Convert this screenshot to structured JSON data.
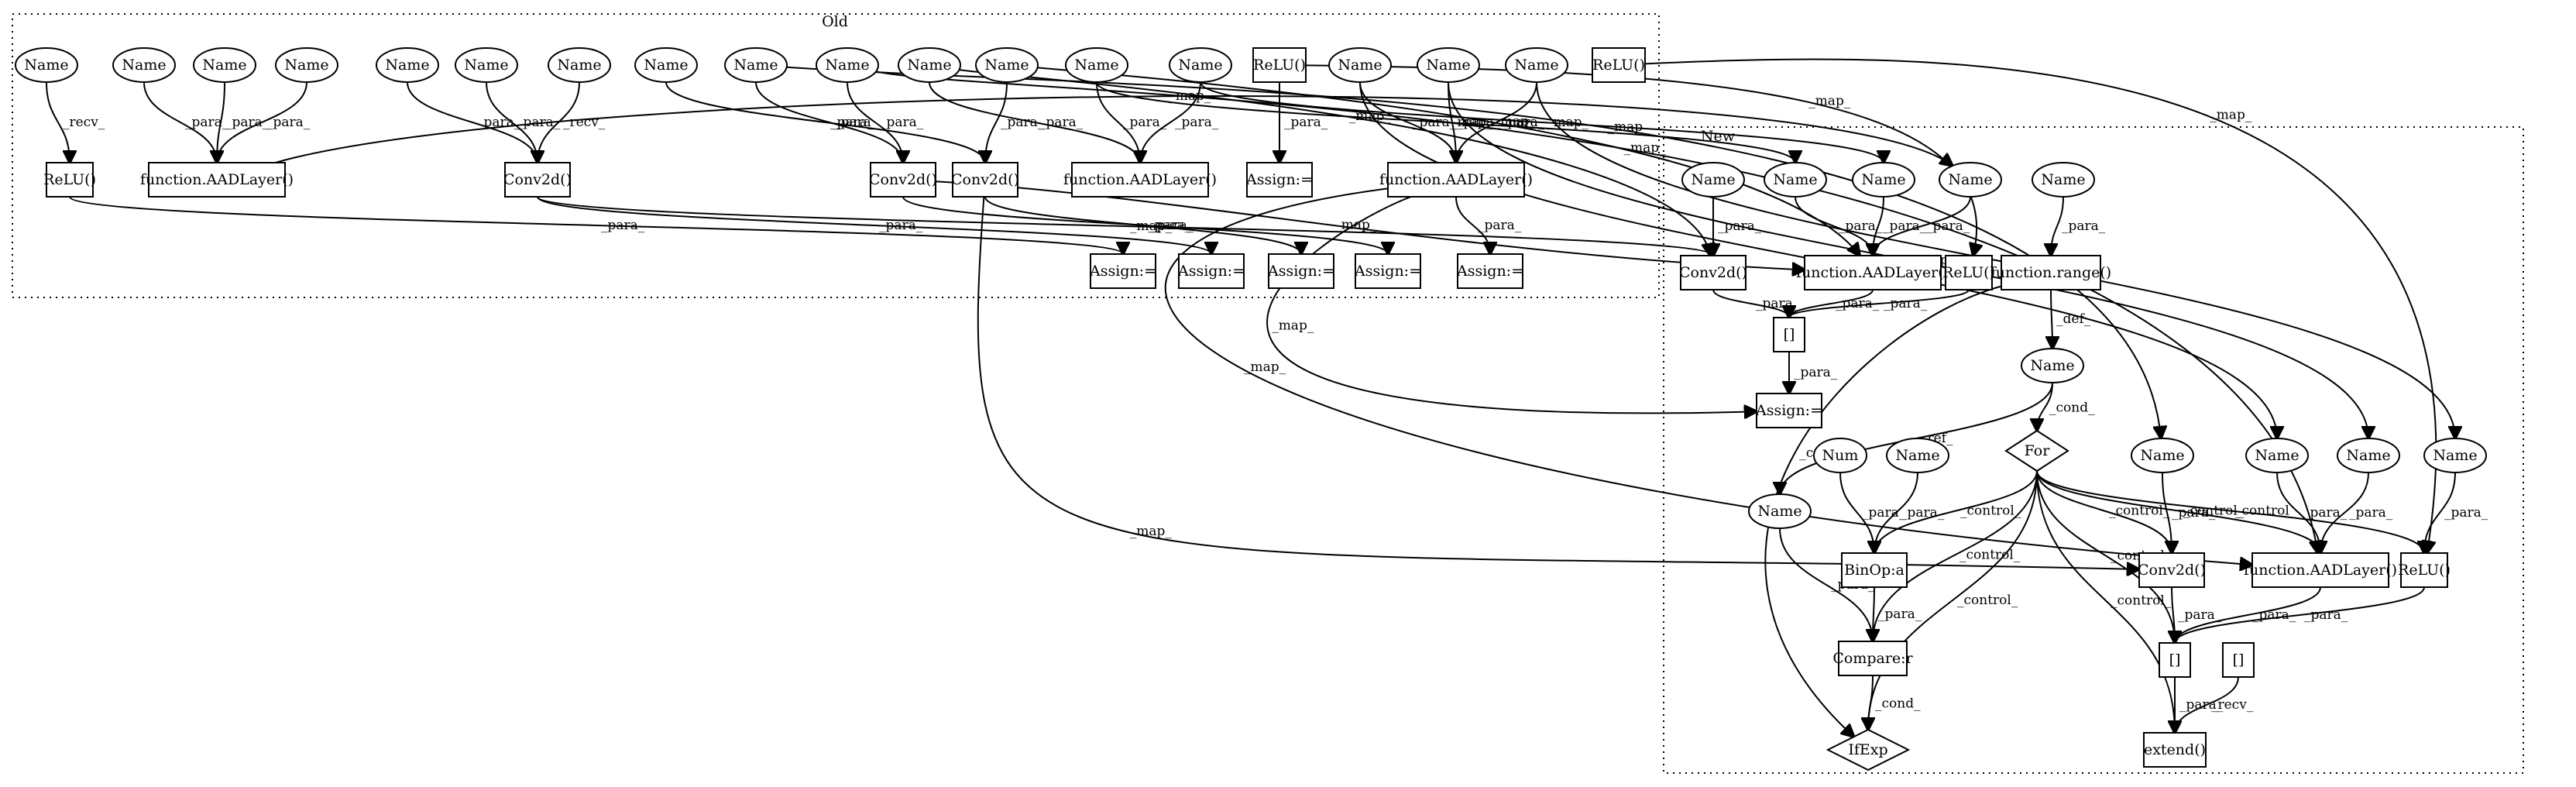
{
  "clusters": [
    {
      "id": "old",
      "label": "Old"
    },
    {
      "id": "new",
      "label": "New"
    }
  ],
  "nodes": [
    {
      "id": "o1",
      "shape": "ellipse",
      "label": "Name"
    },
    {
      "id": "o2",
      "shape": "ellipse",
      "label": "Name"
    },
    {
      "id": "o3",
      "shape": "ellipse",
      "label": "Name"
    },
    {
      "id": "o4",
      "shape": "ellipse",
      "label": "Name"
    },
    {
      "id": "o5",
      "shape": "ellipse",
      "label": "Name"
    },
    {
      "id": "o6",
      "shape": "ellipse",
      "label": "Name"
    },
    {
      "id": "o7",
      "shape": "ellipse",
      "label": "Name"
    },
    {
      "id": "o8",
      "shape": "ellipse",
      "label": "Name"
    },
    {
      "id": "o9",
      "shape": "ellipse",
      "label": "Name"
    },
    {
      "id": "o10",
      "shape": "ellipse",
      "label": "Name"
    },
    {
      "id": "o11",
      "shape": "ellipse",
      "label": "Name"
    },
    {
      "id": "o12",
      "shape": "ellipse",
      "label": "Name"
    },
    {
      "id": "o13",
      "shape": "ellipse",
      "label": "Name"
    },
    {
      "id": "o14",
      "shape": "ellipse",
      "label": "Name"
    },
    {
      "id": "o15",
      "shape": "ellipse",
      "label": "Name"
    },
    {
      "id": "o16",
      "shape": "ellipse",
      "label": "Name"
    },
    {
      "id": "o17",
      "shape": "ellipse",
      "label": "Name"
    },
    {
      "id": "oRelu1",
      "shape": "box",
      "label": "ReLU()"
    },
    {
      "id": "oRelu2",
      "shape": "box",
      "label": "ReLU()"
    },
    {
      "id": "oRelu3",
      "shape": "box",
      "label": "ReLU()"
    },
    {
      "id": "oAad1",
      "shape": "box",
      "label": "function.AADLayer()"
    },
    {
      "id": "oConv1",
      "shape": "box",
      "label": "Conv2d()"
    },
    {
      "id": "oConv2",
      "shape": "box",
      "label": "Conv2d()"
    },
    {
      "id": "oConv3",
      "shape": "box",
      "label": "Conv2d()"
    },
    {
      "id": "oAad2",
      "shape": "box",
      "label": "function.AADLayer()"
    },
    {
      "id": "oAssign1",
      "shape": "box",
      "label": "Assign:="
    },
    {
      "id": "oAad3",
      "shape": "box",
      "label": "function.AADLayer()"
    },
    {
      "id": "oAssign2",
      "shape": "box",
      "label": "Assign:="
    },
    {
      "id": "oAssign3",
      "shape": "box",
      "label": "Assign:="
    },
    {
      "id": "oAssign4",
      "shape": "box",
      "label": "Assign:="
    },
    {
      "id": "oAssign5",
      "shape": "box",
      "label": "Assign:="
    },
    {
      "id": "oAssign6",
      "shape": "box",
      "label": "Assign:="
    },
    {
      "id": "nName1",
      "shape": "ellipse",
      "label": "Name"
    },
    {
      "id": "nName2",
      "shape": "ellipse",
      "label": "Name"
    },
    {
      "id": "nName3",
      "shape": "ellipse",
      "label": "Name"
    },
    {
      "id": "nName4",
      "shape": "ellipse",
      "label": "Name"
    },
    {
      "id": "nName5",
      "shape": "ellipse",
      "label": "Name"
    },
    {
      "id": "nConv1",
      "shape": "box",
      "label": "Conv2d()"
    },
    {
      "id": "nAad1",
      "shape": "box",
      "label": "function.AADLayer()"
    },
    {
      "id": "nRelu1",
      "shape": "box",
      "label": "ReLU()"
    },
    {
      "id": "nRange",
      "shape": "box",
      "label": "function.range()"
    },
    {
      "id": "nList1",
      "shape": "box",
      "label": "[]"
    },
    {
      "id": "nNameDef",
      "shape": "ellipse",
      "label": "Name"
    },
    {
      "id": "nAssign",
      "shape": "box",
      "label": "Assign:="
    },
    {
      "id": "nFor",
      "shape": "diamond",
      "label": "For"
    },
    {
      "id": "nNum",
      "shape": "ellipse",
      "label": "Num"
    },
    {
      "id": "nName6",
      "shape": "ellipse",
      "label": "Name"
    },
    {
      "id": "nNameRef",
      "shape": "ellipse",
      "label": "Name"
    },
    {
      "id": "nName7",
      "shape": "ellipse",
      "label": "Name"
    },
    {
      "id": "nName8",
      "shape": "ellipse",
      "label": "Name"
    },
    {
      "id": "nName9",
      "shape": "ellipse",
      "label": "Name"
    },
    {
      "id": "nName10",
      "shape": "ellipse",
      "label": "Name"
    },
    {
      "id": "nBinOp",
      "shape": "box",
      "label": "BinOp:a"
    },
    {
      "id": "nConv2",
      "shape": "box",
      "label": "Conv2d()"
    },
    {
      "id": "nAad2",
      "shape": "box",
      "label": "function.AADLayer()"
    },
    {
      "id": "nRelu2",
      "shape": "box",
      "label": "ReLU()"
    },
    {
      "id": "nCompare",
      "shape": "box",
      "label": "Compare:r"
    },
    {
      "id": "nList2",
      "shape": "box",
      "label": "[]"
    },
    {
      "id": "nList3",
      "shape": "box",
      "label": "[]"
    },
    {
      "id": "nIfExp",
      "shape": "diamond",
      "label": "IfExp"
    },
    {
      "id": "nExtend",
      "shape": "box",
      "label": "extend()"
    }
  ],
  "edges": [
    {
      "from": "o1",
      "to": "oRelu1",
      "label": "_recv_"
    },
    {
      "from": "o2",
      "to": "oAad1",
      "label": "_para_"
    },
    {
      "from": "o3",
      "to": "oAad1",
      "label": "_para_"
    },
    {
      "from": "o4",
      "to": "oAad1",
      "label": "_para_"
    },
    {
      "from": "o5",
      "to": "oConv1",
      "label": "_para_"
    },
    {
      "from": "o6",
      "to": "oConv1",
      "label": "_para_"
    },
    {
      "from": "o7",
      "to": "oConv1",
      "label": "_recv_"
    },
    {
      "from": "o8",
      "to": "oConv2",
      "label": "_para_"
    },
    {
      "from": "o9",
      "to": "oConv3",
      "label": "_para_"
    },
    {
      "from": "o10",
      "to": "oConv3",
      "label": "_para_"
    },
    {
      "from": "o11",
      "to": "oAad2",
      "label": "_para_"
    },
    {
      "from": "o11",
      "to": "nConv1",
      "label": "_map_"
    },
    {
      "from": "o12",
      "to": "oConv2",
      "label": "_para_"
    },
    {
      "from": "o12",
      "to": "nAad1",
      "label": "_map_"
    },
    {
      "from": "o13",
      "to": "oAad2",
      "label": "_para_"
    },
    {
      "from": "o13",
      "to": "nName2",
      "label": "_map_"
    },
    {
      "from": "o14",
      "to": "oAad2",
      "label": "_para_"
    },
    {
      "from": "o14",
      "to": "nName3",
      "label": "_map_"
    },
    {
      "from": "oRelu2",
      "to": "oAssign1",
      "label": "_para_"
    },
    {
      "from": "o15",
      "to": "oAad3",
      "label": "_para_"
    },
    {
      "from": "o15",
      "to": "nName8",
      "label": "_map_"
    },
    {
      "from": "o16",
      "to": "oAad3",
      "label": "_para_"
    },
    {
      "from": "o16",
      "to": "nName9",
      "label": "_map_"
    },
    {
      "from": "o17",
      "to": "oAad3",
      "label": "_para_"
    },
    {
      "from": "o17",
      "to": "nName10",
      "label": "_map_"
    },
    {
      "from": "oRelu3",
      "to": "nRelu2",
      "label": "_map_"
    },
    {
      "from": "oRelu1",
      "to": "oAssign2",
      "label": "_para_"
    },
    {
      "from": "oConv1",
      "to": "oAssign3",
      "label": "_para_"
    },
    {
      "from": "oConv1",
      "to": "nConv1",
      "label": "_map_"
    },
    {
      "from": "oConv2",
      "to": "oAssign4",
      "label": "_para_"
    },
    {
      "from": "oConv2",
      "to": "nConv2",
      "label": "_map_"
    },
    {
      "from": "oConv3",
      "to": "oAssign5",
      "label": "_para_"
    },
    {
      "from": "oConv3",
      "to": "nAad1",
      "label": "_map_"
    },
    {
      "from": "oAad3",
      "to": "oAssign6",
      "label": "_para_"
    },
    {
      "from": "oAad3",
      "to": "nAad2",
      "label": "_map_"
    },
    {
      "from": "oAad3",
      "to": "nAssign",
      "label": "_map_"
    },
    {
      "from": "nName1",
      "to": "nConv1",
      "label": "_para_"
    },
    {
      "from": "nName2",
      "to": "nAad1",
      "label": "_para_"
    },
    {
      "from": "nName3",
      "to": "nAad1",
      "label": "_para_"
    },
    {
      "from": "nName4",
      "to": "nAad1",
      "label": "_para_"
    },
    {
      "from": "nName5",
      "to": "nRange",
      "label": "_para_"
    },
    {
      "from": "nConv1",
      "to": "nList1",
      "label": "_para_"
    },
    {
      "from": "nAad1",
      "to": "nList1",
      "label": "_para_"
    },
    {
      "from": "nRelu1",
      "to": "nList1",
      "label": "_para_"
    },
    {
      "from": "nList1",
      "to": "nAssign",
      "label": "_para_"
    },
    {
      "from": "nRange",
      "to": "nNameDef",
      "label": "_def_"
    },
    {
      "from": "nRange",
      "to": "nIfExp",
      "label": "_cond_"
    },
    {
      "from": "nNameDef",
      "to": "nFor",
      "label": "_cond_"
    },
    {
      "from": "nNameDef",
      "to": "nNameRef",
      "label": "_ref_"
    },
    {
      "from": "nFor",
      "to": "nBinOp",
      "label": "_control_"
    },
    {
      "from": "nFor",
      "to": "nCompare",
      "label": "_control_"
    },
    {
      "from": "nFor",
      "to": "nIfExp",
      "label": "_control_"
    },
    {
      "from": "nFor",
      "to": "nConv2",
      "label": "_control_"
    },
    {
      "from": "nFor",
      "to": "nList2",
      "label": "_control_"
    },
    {
      "from": "nFor",
      "to": "nExtend",
      "label": "_control_"
    },
    {
      "from": "nFor",
      "to": "nAad2",
      "label": "_control_"
    },
    {
      "from": "nFor",
      "to": "nRelu2",
      "label": "_control_"
    },
    {
      "from": "nNum",
      "to": "nBinOp",
      "label": "_para_"
    },
    {
      "from": "nName6",
      "to": "nBinOp",
      "label": "_para_"
    },
    {
      "from": "nNameRef",
      "to": "nCompare",
      "label": "_para_"
    },
    {
      "from": "nBinOp",
      "to": "nCompare",
      "label": "_para_"
    },
    {
      "from": "nCompare",
      "to": "nIfExp",
      "label": "_cond_"
    },
    {
      "from": "nName7",
      "to": "nConv2",
      "label": "_para_"
    },
    {
      "from": "nName8",
      "to": "nAad2",
      "label": "_para_"
    },
    {
      "from": "nName9",
      "to": "nAad2",
      "label": "_para_"
    },
    {
      "from": "nName10",
      "to": "nRelu2",
      "label": "_para_"
    },
    {
      "from": "nConv2",
      "to": "nList2",
      "label": "_para_"
    },
    {
      "from": "nAad2",
      "to": "nList2",
      "label": "_para_"
    },
    {
      "from": "nRelu2",
      "to": "nList2",
      "label": "_para_"
    },
    {
      "from": "nList2",
      "to": "nExtend",
      "label": "_para_"
    },
    {
      "from": "nList3",
      "to": "nExtend",
      "label": "_recv_"
    },
    {
      "from": "oRelu2",
      "to": "nRelu1",
      "label": "_map_"
    },
    {
      "from": "o10",
      "to": "nAad2",
      "label": "_map_"
    },
    {
      "from": "oAad1",
      "to": "nName4",
      "label": "_map_"
    },
    {
      "from": "o9",
      "to": "nName7",
      "label": "_map_"
    }
  ]
}
